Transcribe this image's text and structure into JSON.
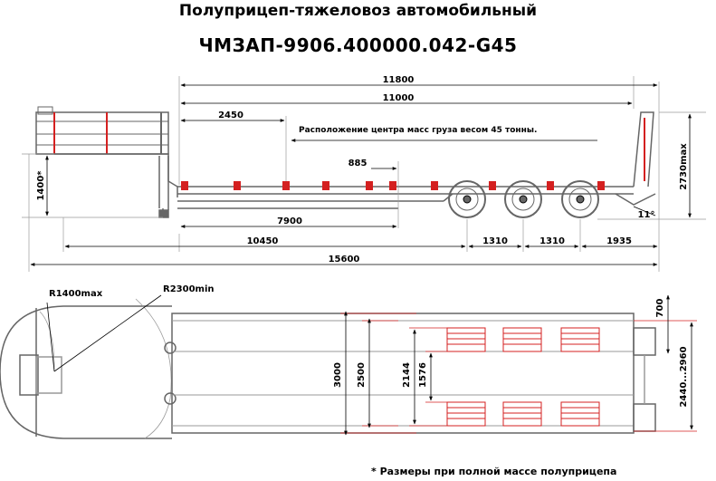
{
  "title": "Полуприцеп-тяжеловоз автомобильный",
  "model": "ЧМЗАП-9906.400000.042-G45",
  "mass_center_note": "Расположение центра масс груза весом 45 тонны.",
  "footnote": "* Размеры при полной массе полуприцепа",
  "side_view": {
    "dims": {
      "overall_top": "11800",
      "deck": "11000",
      "mass_center": "2450",
      "gooseneck_step": "885",
      "kingpin_to_deck_end": "7900",
      "kingpin_to_axle1": "10450",
      "axle_spacing_1": "1310",
      "axle_spacing_2": "1310",
      "rear_overhang": "1935",
      "total_length": "15600",
      "height_front": "1400*",
      "height_max": "2730max",
      "angle": "11°"
    }
  },
  "top_view": {
    "dims": {
      "r_front": "R1400max",
      "r_swing": "R2300min",
      "width_total": "3000",
      "width_deck": "2500",
      "track_outer": "2144",
      "track_inner": "1576",
      "ramp_length": "700",
      "ramp_spread": "2440...2960"
    }
  },
  "colors": {
    "line": "#000000",
    "accent": "#d42020",
    "frame": "#666666",
    "light": "#9a9a9a"
  }
}
